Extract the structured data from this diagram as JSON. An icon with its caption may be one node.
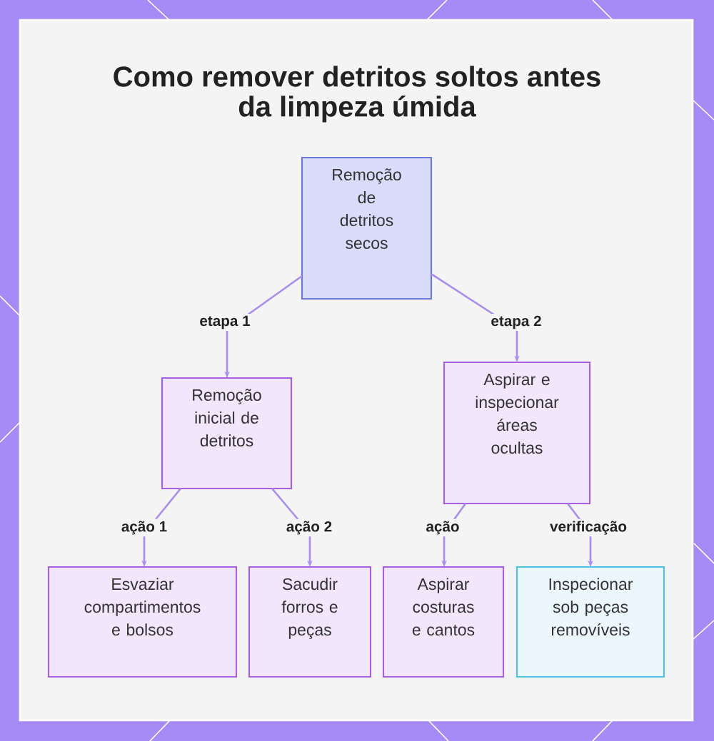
{
  "diagram": {
    "title": "Como remover detritos soltos antes da limpeza úmida",
    "nodes": [
      {
        "text": [
          "Remoção de detritos secos"
        ]
      },
      {
        "text": [
          "Remoção inicial de detritos"
        ]
      },
      {
        "text": [
          "Aspirar e inspecionar áreas ocultas"
        ]
      },
      {
        "text": [
          "Esvaziar compartimentos e bolsos"
        ]
      },
      {
        "text": [
          "Sacudir forros e peças"
        ]
      },
      {
        "text": [
          "Aspirar costuras e cantos"
        ]
      },
      {
        "text": [
          "Inspecionar sob peças removíveis"
        ]
      }
    ],
    "edges": [
      {
        "from": 0,
        "to": 1,
        "arrow": "to",
        "label": "etapa 1"
      },
      {
        "from": 0,
        "to": 2,
        "arrow": "to",
        "label": "etapa 2"
      },
      {
        "from": 1,
        "to": 3,
        "arrow": "to",
        "label": "ação 1"
      },
      {
        "from": 1,
        "to": 4,
        "arrow": "to",
        "label": "ação 2"
      },
      {
        "from": 2,
        "to": 5,
        "arrow": "to",
        "label": "ação"
      },
      {
        "from": 2,
        "to": 6,
        "arrow": "to",
        "label": "verificação"
      }
    ]
  }
}
